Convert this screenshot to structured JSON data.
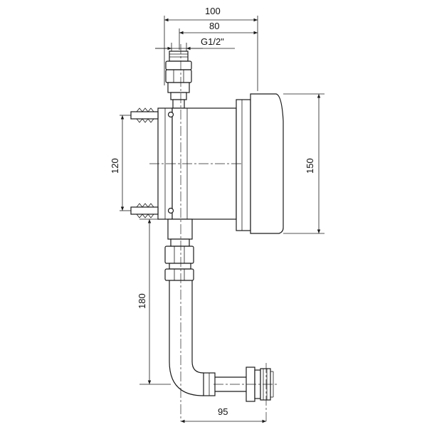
{
  "dimensions": {
    "overall_depth": "100",
    "body_depth": "80",
    "thread": "G1/2\"",
    "mount_spacing": "120",
    "plate_height": "150",
    "outlet_drop": "180",
    "outlet_reach": "95"
  }
}
